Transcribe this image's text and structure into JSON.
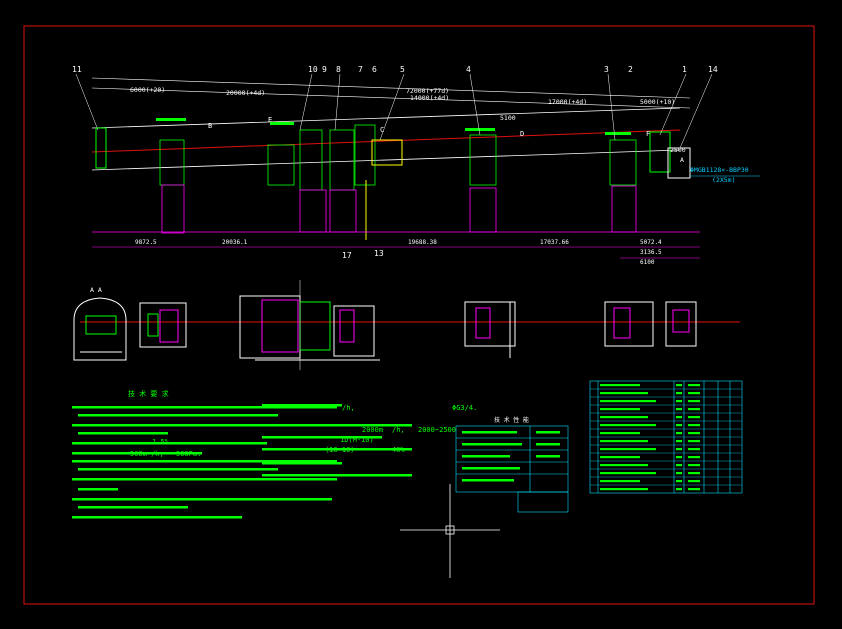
{
  "colors": {
    "frame": "#e01010",
    "dim": "#ff00ff",
    "line": "#ffffff",
    "green": "#00ff00",
    "cyan": "#00d0ff",
    "yellow": "#ffff00",
    "axis": "#ff2020",
    "table": "#00e0ff"
  },
  "callouts": [
    "11",
    "10",
    "9",
    "8",
    "7",
    "6",
    "5",
    "4",
    "3",
    "2",
    "1",
    "14",
    "17",
    "13"
  ],
  "top_dims": {
    "d1": "6000(+20)",
    "d2": "20000(+4d)",
    "d3": "72000(+77d)",
    "d4": "14000(+4d)",
    "d5": "17000(+4d)",
    "d6": "5000(+10)",
    "d7": "2500",
    "d8": "5100"
  },
  "bottom_dims": {
    "b1": "9872.5",
    "b2": "20036.1",
    "b3": "19688.38",
    "b4": "17037.66",
    "b5": "5072.4",
    "b6": "3136.5",
    "b7": "6100"
  },
  "right_note": {
    "line1": "ΦMGB1128×-BBP30",
    "line2": "(2X5m)",
    "marker": "A"
  },
  "section_labels": {
    "A": "A  A",
    "B": "B",
    "C": "C",
    "D": "D",
    "E": "E",
    "F": "F"
  },
  "notes_title": "技 术 要 求",
  "spec_title": "技 术 性 能",
  "notes_mid": {
    "n1": "/h,",
    "n2": "ΦG3/4.",
    "n3": "2000m",
    "n4": "/h,",
    "n5": "2000~2500",
    "n6": "1.5%",
    "n7": "500m /h,",
    "n8": "500Pa.",
    "n9": "(10~10)",
    "n10": "40%",
    "n11": "1D(M-10)"
  }
}
